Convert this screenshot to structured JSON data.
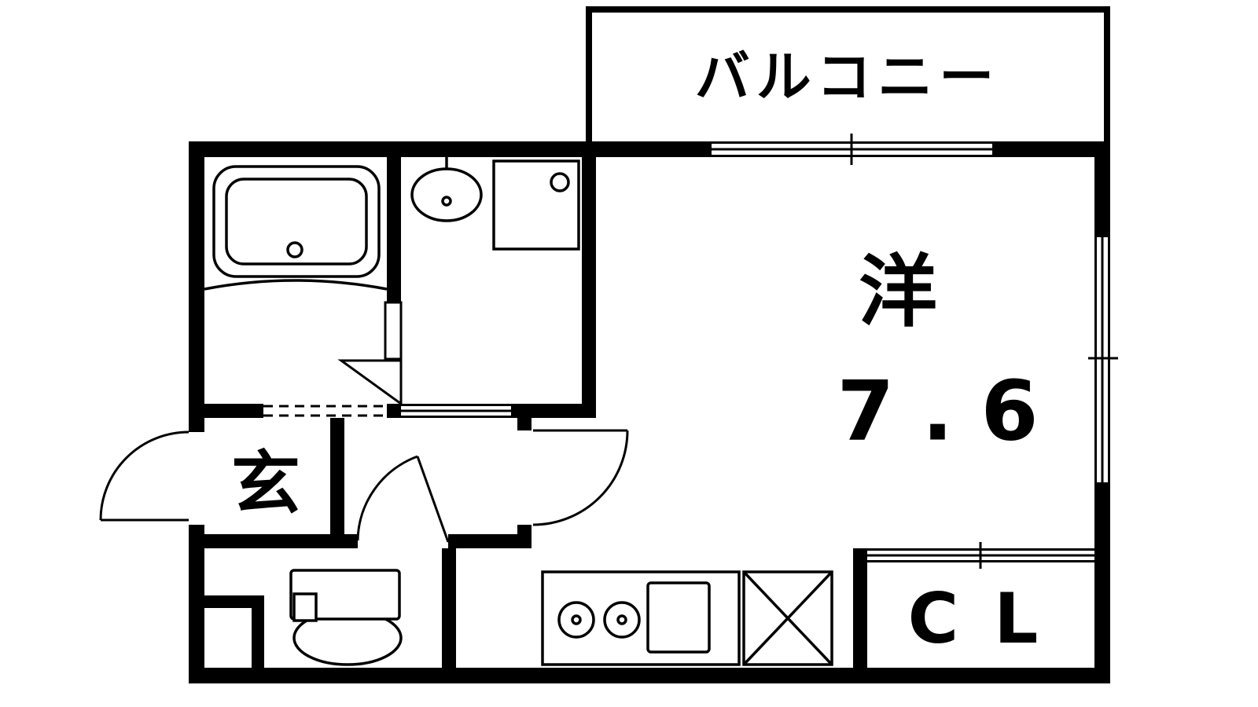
{
  "plan": {
    "type": "apartment-floorplan",
    "labels": {
      "balcony": "バルコニー",
      "room_type": "洋",
      "room_size": "7.6",
      "entrance": "玄",
      "closet": "CL"
    },
    "colors": {
      "wall": "#000000",
      "line": "#000000",
      "background": "#ffffff"
    },
    "fixtures": [
      {
        "name": "bathtub-icon",
        "area": "bathroom"
      },
      {
        "name": "washbasin-icon",
        "area": "washroom"
      },
      {
        "name": "washing-machine-pan-icon",
        "area": "washroom"
      },
      {
        "name": "toilet-icon",
        "area": "toilet"
      },
      {
        "name": "stove-burners-icon",
        "area": "kitchen"
      },
      {
        "name": "kitchen-sink-icon",
        "area": "kitchen"
      },
      {
        "name": "crossed-box-icon",
        "area": "kitchen"
      },
      {
        "name": "entrance-door-arc-icon",
        "area": "entrance"
      },
      {
        "name": "toilet-door-arc-icon",
        "area": "hall"
      },
      {
        "name": "room-door-arc-icon",
        "area": "main-room"
      },
      {
        "name": "balcony-window-icon",
        "area": "main-room"
      },
      {
        "name": "side-window-icon",
        "area": "main-room"
      },
      {
        "name": "closet-sliding-door-icon",
        "area": "closet"
      }
    ]
  }
}
